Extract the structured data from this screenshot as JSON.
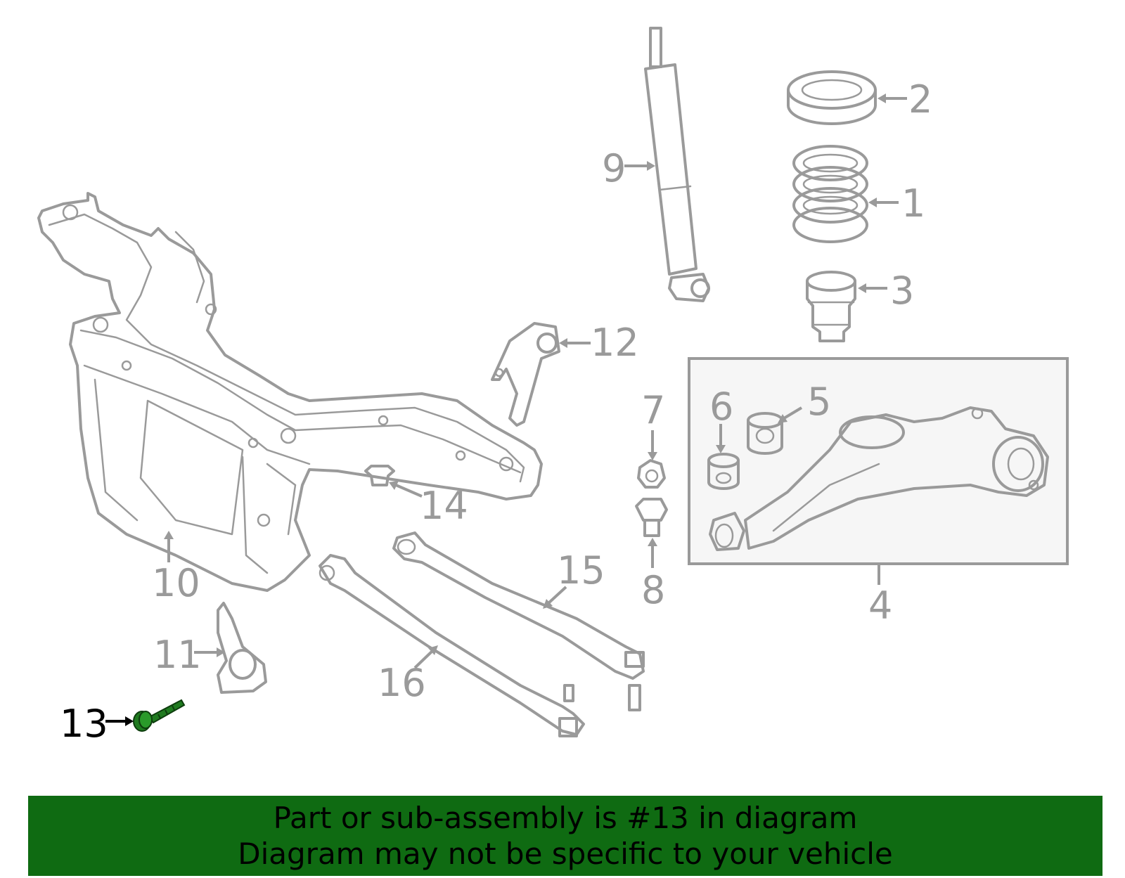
{
  "colors": {
    "line_art": "#9a9a9a",
    "highlight_part": "#1f7a1f",
    "banner_background": "#0f6b12",
    "banner_text": "#000000",
    "highlight_callout": "#000000",
    "inset_background": "#f6f6f6"
  },
  "callouts": {
    "c1": "1",
    "c2": "2",
    "c3": "3",
    "c4": "4",
    "c5": "5",
    "c6": "6",
    "c7": "7",
    "c8": "8",
    "c9": "9",
    "c10": "10",
    "c11": "11",
    "c12": "12",
    "c13": "13",
    "c14": "14",
    "c15": "15",
    "c16": "16"
  },
  "highlighted_callout": "13",
  "banner": {
    "line1": "Part or sub-assembly is #13 in diagram",
    "line2": "Diagram may not be specific to your vehicle"
  }
}
